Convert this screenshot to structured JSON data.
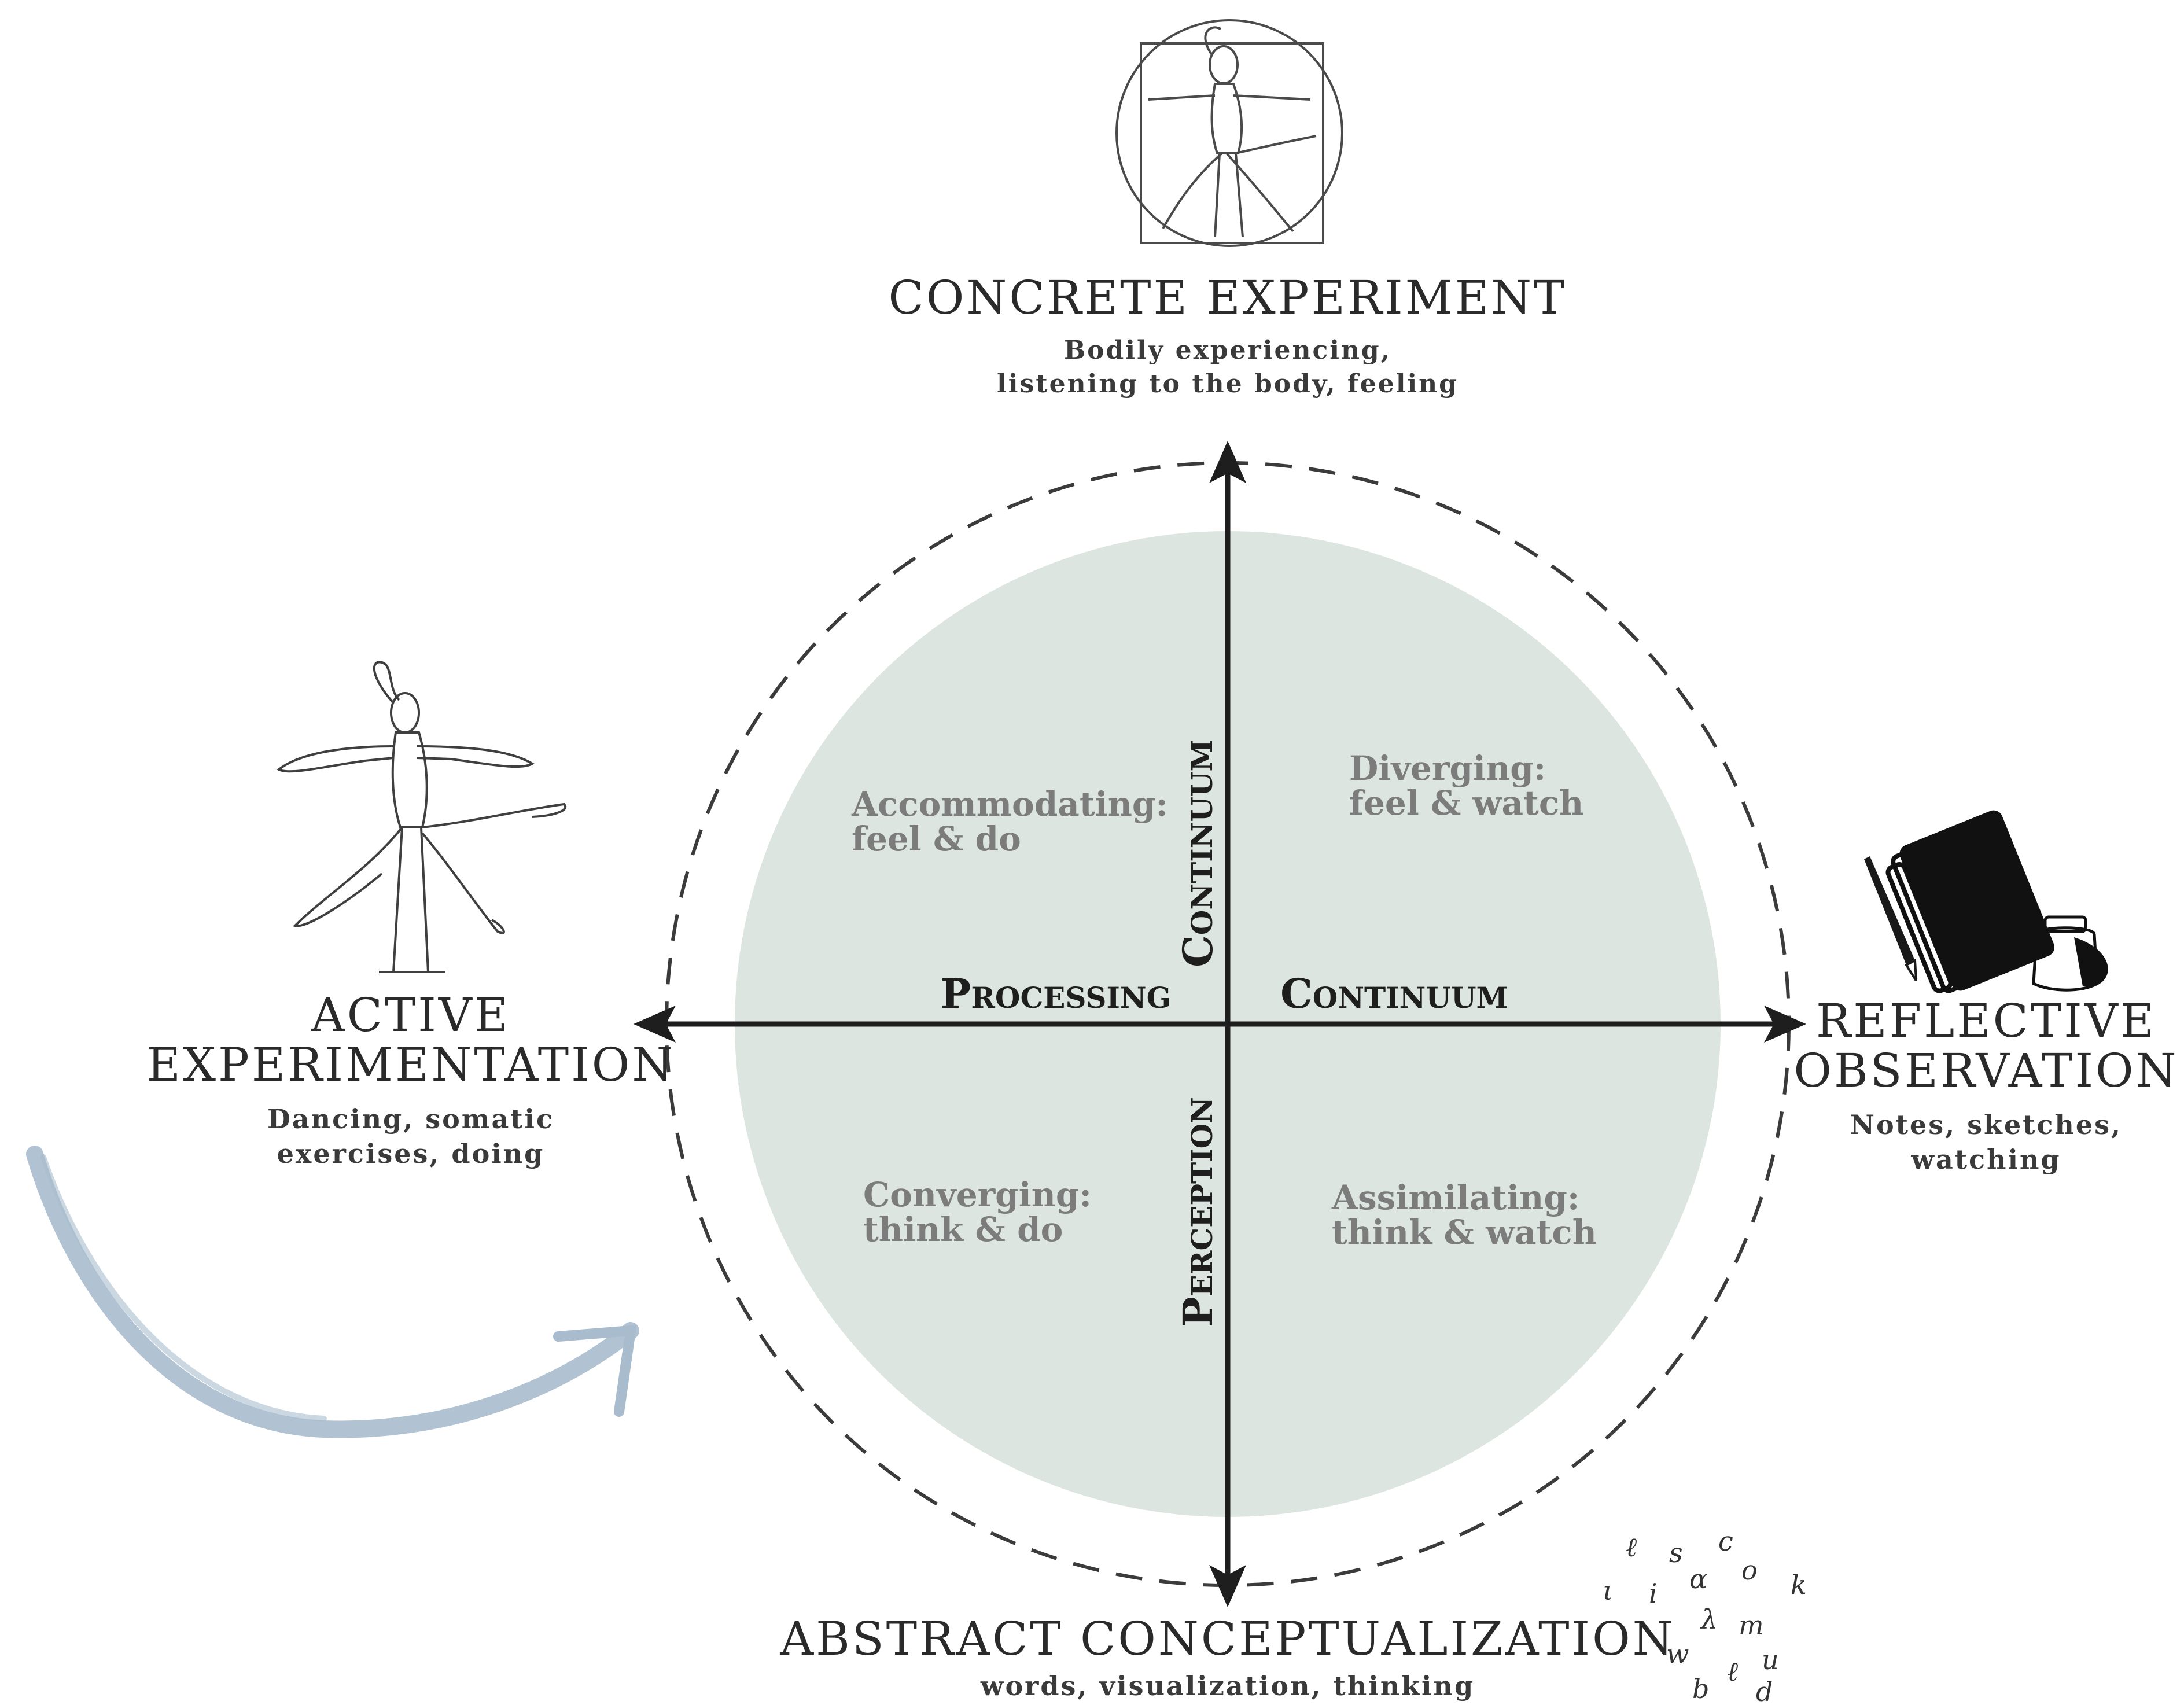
{
  "diagram": {
    "top": {
      "title": "CONCRETE EXPERIMENT",
      "sub_line1": "Bodily experiencing,",
      "sub_line2": "listening to the body, feeling"
    },
    "left": {
      "title_line1": "ACTIVE",
      "title_line2": "EXPERIMENTATION",
      "sub_line1": "Dancing, somatic",
      "sub_line2": "exercises, doing"
    },
    "right": {
      "title_line1": "REFLECTIVE",
      "title_line2": "OBSERVATION",
      "sub_line1": "Notes, sketches,",
      "sub_line2": "watching"
    },
    "bottom": {
      "title": "ABSTRACT CONCEPTUALIZATION",
      "sub": "words, visualization, thinking"
    },
    "quadrants": {
      "top_left_line1": "Accommodating:",
      "top_left_line2": "feel & do",
      "top_right_line1": "Diverging:",
      "top_right_line2": "feel & watch",
      "bottom_left_line1": "Converging:",
      "bottom_left_line2": "think & do",
      "bottom_right_line1": "Assimilating:",
      "bottom_right_line2": "think & watch"
    },
    "axes": {
      "horizontal_left": "Processing",
      "horizontal_right": "Continuum",
      "vertical_top": "Continuum",
      "vertical_bottom": "Perception"
    },
    "scattered_letters": [
      "ℓ",
      "s",
      "c",
      "o",
      "k",
      "ι",
      "i",
      "ɑ",
      "λ",
      "m",
      "w",
      "u",
      "b",
      "d",
      "ℓ"
    ],
    "colors": {
      "circle_fill": "#dce5df",
      "curved_arrow": "#a9bccd",
      "ink": "#1e1e1e"
    }
  }
}
